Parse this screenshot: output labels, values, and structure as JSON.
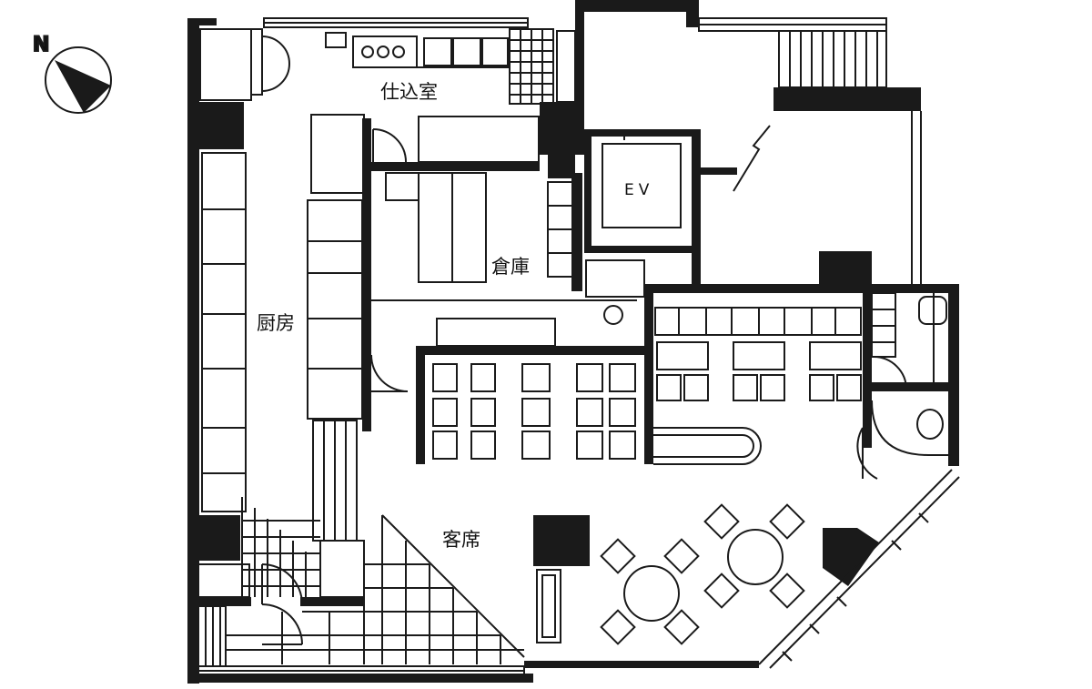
{
  "compass": {
    "label": "N"
  },
  "rooms": {
    "prep_room": "仕込室",
    "storage": "倉庫",
    "kitchen": "厨房",
    "dining": "客席",
    "elevator": "EV"
  },
  "colors": {
    "wall": "#1a1a1a",
    "line": "#1a1a1a",
    "background": "#ffffff"
  }
}
